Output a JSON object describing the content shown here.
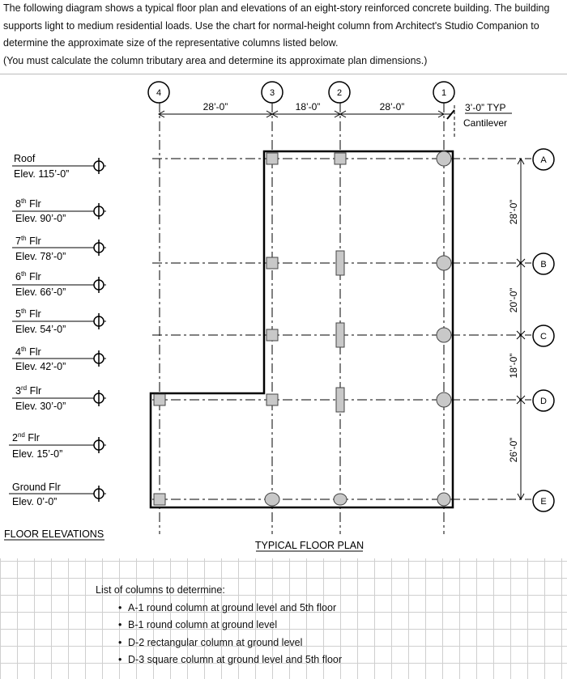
{
  "intro": {
    "line1": "The following diagram shows a typical floor plan and elevations of an eight-story reinforced concrete building. The building",
    "line2": "supports light to medium residential loads. Use the chart for normal-height column from Architect's Studio Companion to",
    "line3": "determine the approximate size of the representative columns listed below.",
    "line4": "(You must calculate the column tributary area and determine its approximate plan dimensions.)"
  },
  "plan": {
    "grid_col_labels": [
      "4",
      "3",
      "2",
      "1"
    ],
    "grid_row_labels": [
      "A",
      "B",
      "C",
      "D",
      "E"
    ],
    "horizontal_dims": [
      "28’-0”",
      "18’-0”",
      "28’-0”"
    ],
    "cantilever_dim": "3’-0” TYP",
    "cantilever_label": "Cantilever",
    "vertical_dims": [
      "28’-0”",
      "20’-0”",
      "18’-0”",
      "26’-0”"
    ],
    "title": "TYPICAL FLOOR PLAN"
  },
  "elevations": {
    "title": "FLOOR ELEVATIONS",
    "levels": [
      {
        "name": "Roof",
        "sup": "",
        "tail": "",
        "elev": "Elev. 115’-0”"
      },
      {
        "name": "8",
        "sup": "th",
        "tail": "Flr",
        "elev": "Elev. 90’-0”"
      },
      {
        "name": "7",
        "sup": "th",
        "tail": "Flr",
        "elev": "Elev. 78’-0”"
      },
      {
        "name": "6",
        "sup": "th",
        "tail": "Flr",
        "elev": "Elev. 66’-0”"
      },
      {
        "name": "5",
        "sup": "th",
        "tail": "Flr",
        "elev": "Elev. 54’-0”"
      },
      {
        "name": "4",
        "sup": "th",
        "tail": "Flr",
        "elev": "Elev. 42’-0”"
      },
      {
        "name": "3",
        "sup": "rd",
        "tail": "Flr",
        "elev": "Elev. 30’-0”"
      },
      {
        "name": "2",
        "sup": "nd",
        "tail": "Flr",
        "elev": "Elev. 15’-0”"
      },
      {
        "name": "Ground ",
        "sup": "",
        "tail": "Flr",
        "elev": "Elev. 0’-0”"
      }
    ]
  },
  "columns_list": {
    "heading": "List of columns to determine:",
    "items": [
      "A-1 round column at ground level and 5th floor",
      "B-1 round column at ground level",
      "D-2 rectangular column at ground level",
      "D-3 square column at ground level and 5th floor"
    ]
  }
}
